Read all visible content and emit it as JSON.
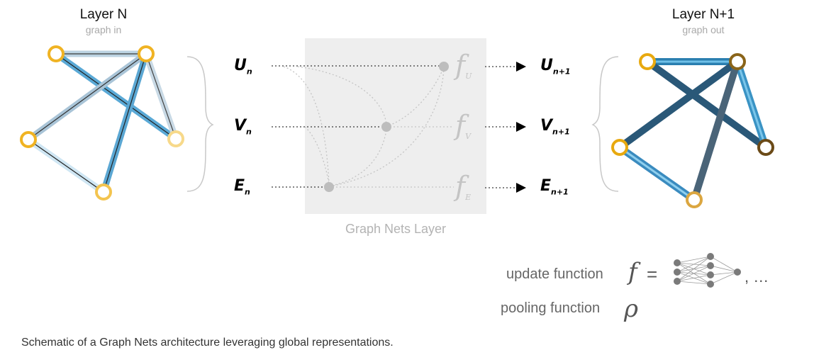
{
  "left_graph": {
    "title": "Layer N",
    "subtitle": "graph in"
  },
  "right_graph": {
    "title": "Layer N+1",
    "subtitle": "graph out"
  },
  "inputs": [
    {
      "base": "U",
      "sub": "n"
    },
    {
      "base": "V",
      "sub": "n"
    },
    {
      "base": "E",
      "sub": "n"
    }
  ],
  "functions": [
    {
      "base": "f",
      "sub": "U"
    },
    {
      "base": "f",
      "sub": "V"
    },
    {
      "base": "f",
      "sub": "E"
    }
  ],
  "outputs": [
    {
      "base": "U",
      "sub": "n+1"
    },
    {
      "base": "V",
      "sub": "n+1"
    },
    {
      "base": "E",
      "sub": "n+1"
    }
  ],
  "gn_layer_label": "Graph Nets Layer",
  "legend": {
    "update_label": "update function",
    "update_symbol": "f",
    "equals": "=",
    "ellipsis": ", …",
    "pooling_label": "pooling function",
    "pooling_symbol": "ρ"
  },
  "caption": "Schematic of a Graph Nets architecture leveraging global representations.",
  "colors": {
    "node_yellow": "#f0b323",
    "node_brown": "#6b4a17",
    "edge_blue": "#4fa3d1",
    "edge_dark": "#2e5f7f",
    "dot_gray": "#bdbdbd"
  }
}
